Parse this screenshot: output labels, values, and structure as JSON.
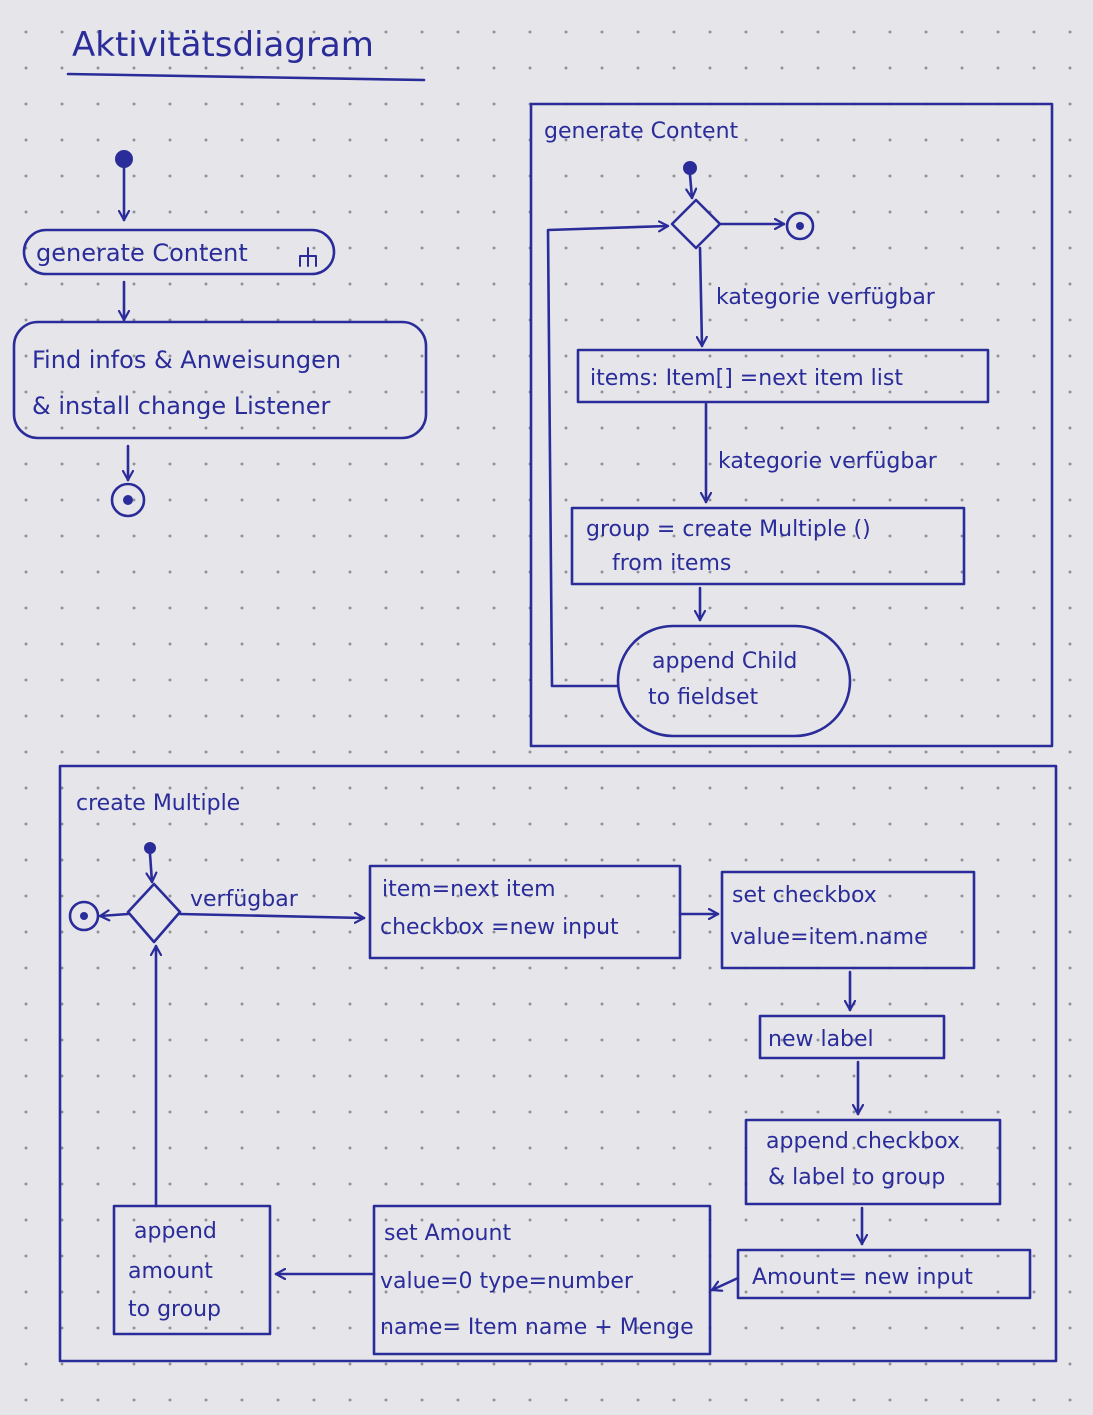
{
  "title": "Aktivitätsdiagram",
  "left_flow": {
    "call_action": "generate Content",
    "call_icon": "rake-icon",
    "action_line1": "Find infos & Anweisungen",
    "action_line2": "& install change Listener"
  },
  "generate_content": {
    "frame_title": "generate Content",
    "guard1": "kategorie verfügbar",
    "action1": "items: Item[] =next item list",
    "guard2": "kategorie verfügbar",
    "action2_line1": "group = create Multiple ()",
    "action2_line2": "from items",
    "action3_line1": "append Child",
    "action3_line2": "to fieldset"
  },
  "create_multiple": {
    "frame_title": "create Multiple",
    "guard": "verfügbar",
    "action1_line1": "item=next item",
    "action1_line2": "checkbox =new input",
    "action2_line1": "set checkbox",
    "action2_line2": "value=item.name",
    "action3": "new label",
    "action4_line1": "append checkbox",
    "action4_line2": "& label to group",
    "action5": "Amount= new input",
    "action6_line1": "set Amount",
    "action6_line2": "value=0 type=number",
    "action6_line3": "name= Item name + Menge",
    "action7_line1": "append",
    "action7_line2": "amount",
    "action7_line3": "to group"
  },
  "colors": {
    "ink": "#2a2c9a",
    "paper": "#e6e6ea",
    "dots": "#8f8f9a"
  }
}
